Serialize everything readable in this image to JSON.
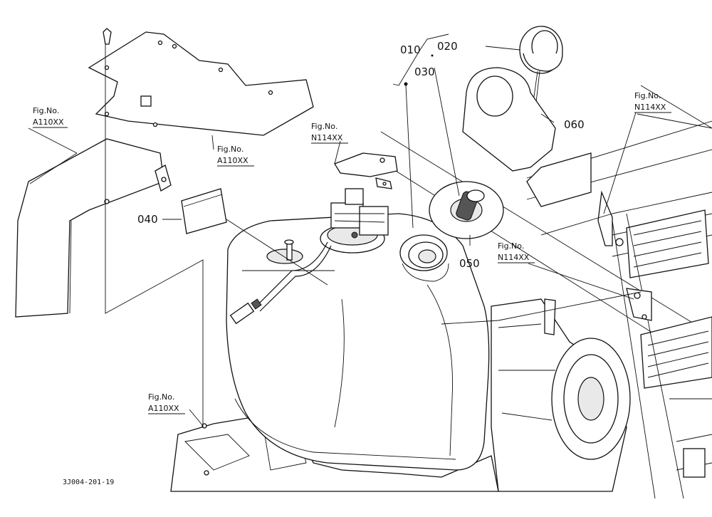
{
  "diagram": {
    "drawing_code": "3J004-201-19",
    "part_labels": {
      "p010": "010",
      "p020": "020",
      "p030": "030",
      "p040": "040",
      "p050": "050",
      "p060": "060"
    },
    "fig_refs": {
      "top_left": {
        "line1": "Fig.No.",
        "line2": "A110XX"
      },
      "plate": {
        "line1": "Fig.No.",
        "line2": "A110XX"
      },
      "bottom": {
        "line1": "Fig.No.",
        "line2": "A110XX"
      },
      "bracket": {
        "line1": "Fig.No.",
        "line2": "N114XX"
      },
      "right_top": {
        "line1": "Fig.No.",
        "line2": "N114XX"
      },
      "right_mid": {
        "line1": "Fig.No.",
        "line2": "N114XX"
      }
    }
  }
}
